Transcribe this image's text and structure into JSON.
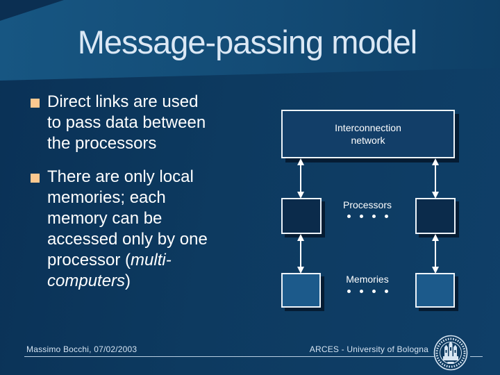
{
  "slide": {
    "title": "Message-passing model",
    "bullets": {
      "b1": "Direct links are used\nto pass data between\nthe processors",
      "b2_pre": "There are only local\nmemories; each\nmemory can be\naccessed only by one\nprocessor (",
      "b2_italic": "multi-\ncomputers",
      "b2_post": ")"
    },
    "diagram": {
      "interconnection_label": "Interconnection\nnetwork",
      "processors_label": "Processors",
      "memories_label": "Memories"
    },
    "footer": {
      "left": "Massimo Bocchi, 07/02/2003",
      "right": "ARCES - University of Bologna"
    },
    "colors": {
      "background_dark": "#0a3156",
      "background_light": "#0f3f68",
      "top_band": "#175682",
      "title_text": "#dbe8f5",
      "body_text": "#ffffff",
      "bullet_marker": "#fbc890",
      "box_border": "#eef4fa",
      "network_box_fill": "#123e68",
      "processor_box_fill": "#0b2b4b",
      "memory_box_fill": "#1c5a8b",
      "box_shadow": "#051c33",
      "footer_text": "#d6e4f2",
      "footer_line": "#b9cfe2"
    }
  }
}
